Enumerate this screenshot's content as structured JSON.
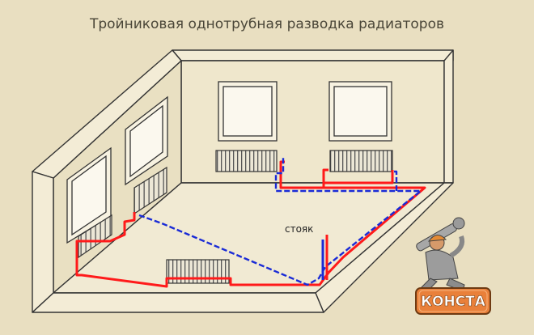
{
  "title": "Тройниковая однотрубная разводка радиаторов",
  "labels": {
    "riser": "стояк"
  },
  "logo": {
    "text": "КОНСТА"
  },
  "colors": {
    "background": "#e9dfc1",
    "wall": "#f3ecd6",
    "supply_pipe": "#ff1a1a",
    "return_pipe": "#1a2bd6",
    "logo_badge": "#e9803a"
  }
}
